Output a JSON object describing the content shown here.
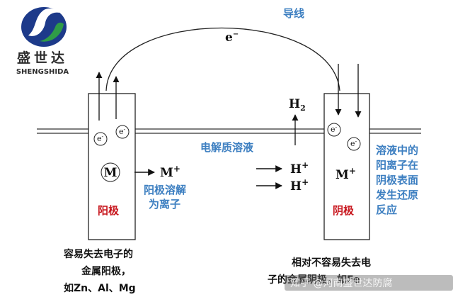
{
  "logo": {
    "name_cn": "盛世达",
    "name_en": "SHENGSHIDA"
  },
  "wire": {
    "label": "导线",
    "electron": "e",
    "electron_sup": "−"
  },
  "electrolyte": {
    "label": "电解质溶液"
  },
  "anode": {
    "metal_symbol": "M",
    "label": "阳极",
    "electron_1": "e",
    "electron_2": "e",
    "electron_sup": "-",
    "product_ion": "M",
    "product_sup": "+",
    "note_line1": "阳极溶解",
    "note_line2": "为离子",
    "caption_line1": "容易失去电子的",
    "caption_line2": "金属阳极，",
    "caption_line3": "如Zn、Al、Mg"
  },
  "cathode": {
    "label": "阴极",
    "ion": "M",
    "ion_sup": "+",
    "electron_1": "e",
    "electron_2": "e",
    "electron_sup": "-",
    "note_line1": "溶液中的",
    "note_line2": "阳离子在",
    "note_line3": "阴极表面",
    "note_line4": "发生还原",
    "note_line5": "反应",
    "caption_line1": "相对不容易失去电",
    "caption_line2": "子的金属阴极，如Fe"
  },
  "hydrogen": {
    "gas": "H",
    "gas_sub": "2",
    "ion_1": "H",
    "ion_2": "H",
    "ion_sup": "+"
  },
  "watermark": "知乎 @河南盛世达防腐",
  "colors": {
    "label_blue": "#3d7fc1",
    "label_red": "#c8171e",
    "logo_blue": "#1d3a8a",
    "logo_green": "#2f9b47"
  }
}
